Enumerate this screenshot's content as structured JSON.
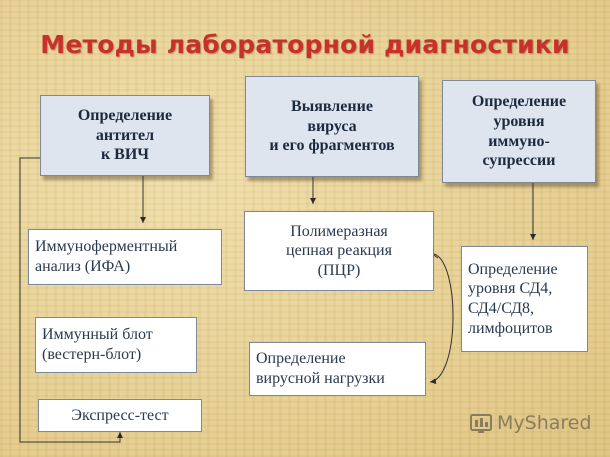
{
  "slide": {
    "title": "Методы лабораторной диагностики",
    "columns": [
      {
        "heading": "Определение\nантител\nк ВИЧ",
        "items": [
          "Иммуноферментный\n анализ (ИФА)",
          "Иммунный блот\n(вестерн-блот)",
          "Экспресс-тест"
        ]
      },
      {
        "heading": "Выявление\nвируса\nи его фрагментов",
        "items": [
          "Полимеразная\nцепная реакция\n(ПЦР)",
          "Определение\nвирусной нагрузки"
        ]
      },
      {
        "heading": "Определение\nуровня\nиммуно-\nсупрессии",
        "items": [
          "Определение\nуровня СД4,\nСД4/СД8,\nлимфоцитов"
        ]
      }
    ]
  },
  "watermark": {
    "text": "MyShared",
    "icon": "myshared-logo-icon"
  },
  "colors": {
    "title": "#c8302a",
    "heading_fill": "#dfe5ef",
    "background": "#e7d29a"
  }
}
